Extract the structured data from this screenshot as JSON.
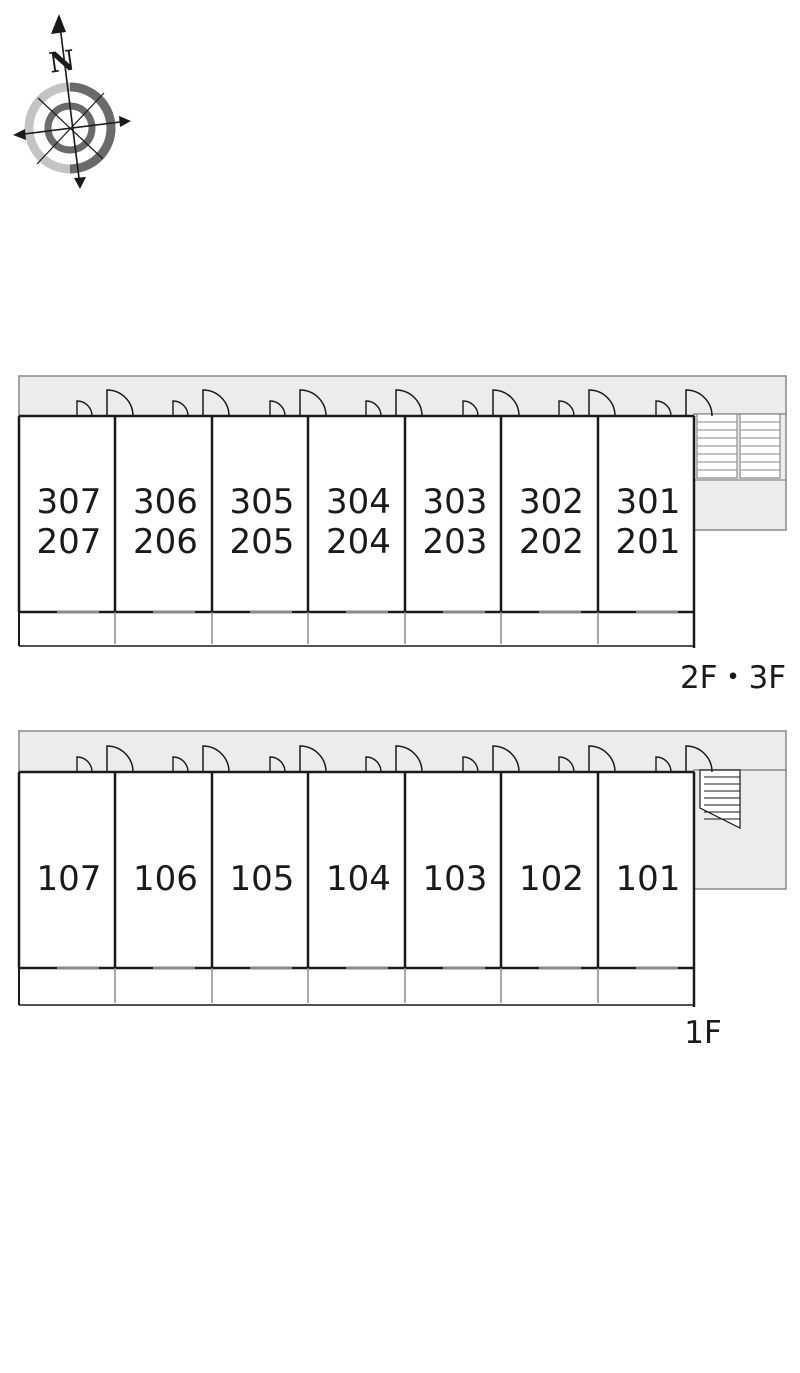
{
  "compass": {
    "north_label": "N",
    "icon": "compass-icon"
  },
  "floors": [
    {
      "id": "upper",
      "label": "2F・3F",
      "units": [
        {
          "lines": [
            "307",
            "207"
          ]
        },
        {
          "lines": [
            "306",
            "206"
          ]
        },
        {
          "lines": [
            "305",
            "205"
          ]
        },
        {
          "lines": [
            "304",
            "204"
          ]
        },
        {
          "lines": [
            "303",
            "203"
          ]
        },
        {
          "lines": [
            "302",
            "202"
          ]
        },
        {
          "lines": [
            "301",
            "201"
          ]
        }
      ]
    },
    {
      "id": "ground",
      "label": "1F",
      "units": [
        {
          "lines": [
            "107"
          ]
        },
        {
          "lines": [
            "106"
          ]
        },
        {
          "lines": [
            "105"
          ]
        },
        {
          "lines": [
            "104"
          ]
        },
        {
          "lines": [
            "103"
          ]
        },
        {
          "lines": [
            "102"
          ]
        },
        {
          "lines": [
            "101"
          ]
        }
      ]
    }
  ],
  "colors": {
    "corridor": "#ececec",
    "wall": "#1a1a1a",
    "thin": "#8a8a8a",
    "compass_dark": "#6a6a6a",
    "compass_light": "#c4c4c4"
  }
}
